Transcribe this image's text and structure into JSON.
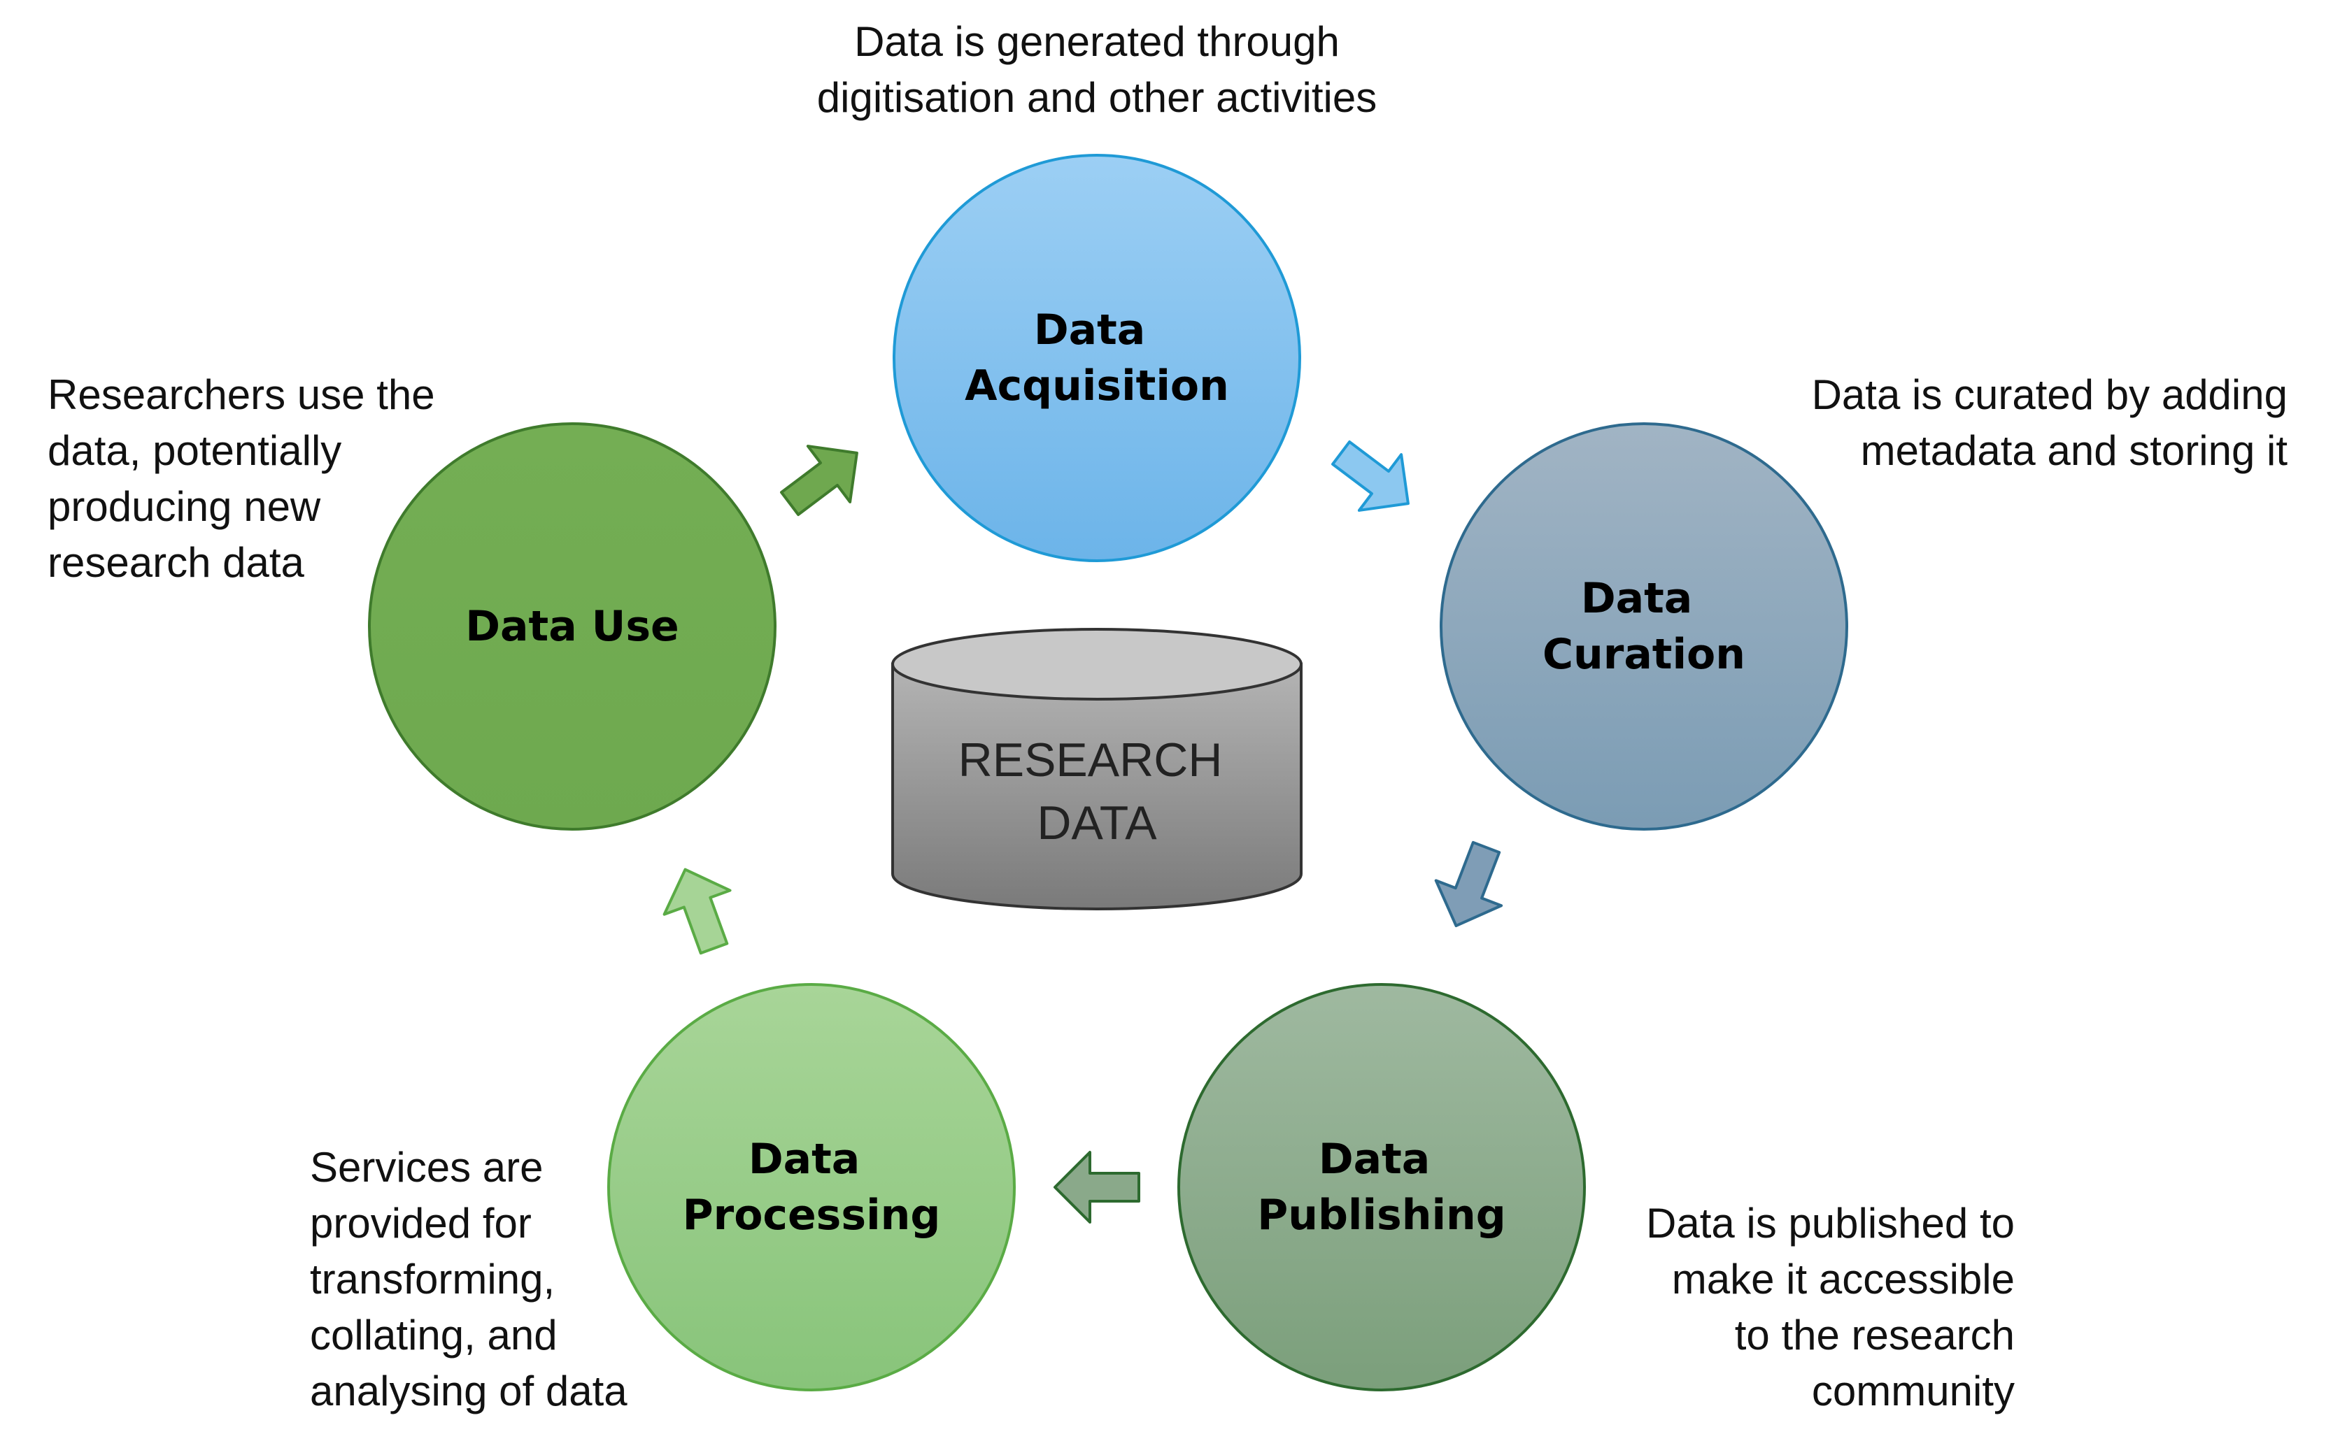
{
  "diagram": {
    "center": {
      "label_lines": [
        "RESEARCH",
        "DATA"
      ]
    },
    "stages": [
      {
        "id": "acquisition",
        "label_lines": [
          "Data",
          "Acquisition"
        ],
        "description_lines": [
          "Data is generated through",
          "digitisation and other activities"
        ],
        "colors": {
          "top": "#9ccff4",
          "bottom": "#6cb4e9",
          "stroke": "#1f9ad6"
        }
      },
      {
        "id": "curation",
        "label_lines": [
          "Data",
          "Curation"
        ],
        "description_lines": [
          "Data is curated by adding",
          "metadata and storing it"
        ],
        "colors": {
          "top": "#a1b4c4",
          "bottom": "#7b9cb4",
          "stroke": "#2e6a8e"
        }
      },
      {
        "id": "publishing",
        "label_lines": [
          "Data",
          "Publishing"
        ],
        "description_lines": [
          "Data is published to",
          "make it accessible",
          "to the research",
          "community"
        ],
        "colors": {
          "top": "#9fb9a0",
          "bottom": "#7b9f7b",
          "stroke": "#2d6a2f"
        }
      },
      {
        "id": "processing",
        "label_lines": [
          "Data",
          "Processing"
        ],
        "description_lines": [
          "Services are",
          "provided for",
          "transforming,",
          "collating, and",
          "analysing of data"
        ],
        "colors": {
          "top": "#a8d598",
          "bottom": "#88c47a",
          "stroke": "#5aab45"
        }
      },
      {
        "id": "use",
        "label_lines": [
          "Data Use"
        ],
        "description_lines": [
          "Researchers use the",
          "data, potentially",
          "producing new",
          "research data"
        ],
        "colors": {
          "top": "#74ae54",
          "bottom": "#6ea94f",
          "stroke": "#3f7b2c"
        }
      }
    ],
    "arrows": [
      {
        "from": "use",
        "to": "acquisition",
        "fill": "#6fa84f",
        "stroke": "#3f7b2c"
      },
      {
        "from": "acquisition",
        "to": "curation",
        "fill": "#8cc8f0",
        "stroke": "#1f9ad6"
      },
      {
        "from": "curation",
        "to": "publishing",
        "fill": "#7f9db6",
        "stroke": "#2e6a8e"
      },
      {
        "from": "publishing",
        "to": "processing",
        "fill": "#8aa98a",
        "stroke": "#2d6a2f"
      },
      {
        "from": "processing",
        "to": "use",
        "fill": "#a6d496",
        "stroke": "#5aab45"
      }
    ]
  }
}
